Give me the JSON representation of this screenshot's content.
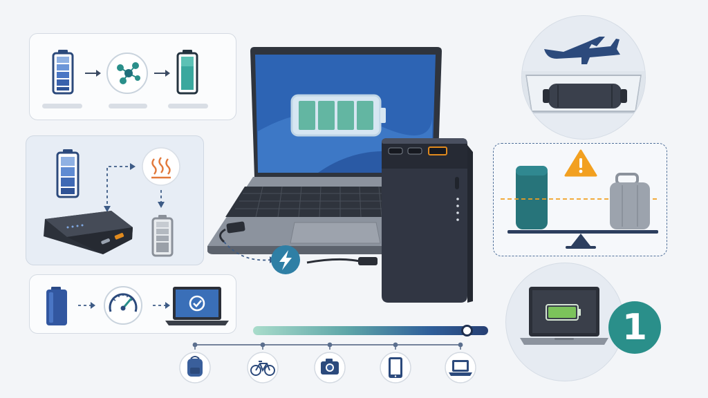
{
  "colors": {
    "background": "#f3f5f8",
    "panel": "#fbfcfd",
    "panel_blue": "#e7edf5",
    "navy": "#2c4a7c",
    "blue": "#4a76c4",
    "teal": "#2a8f8a",
    "dark_device": "#363b46",
    "warning": "#f2a020",
    "accent_bolt": "#2f7fa5"
  },
  "icons": {
    "charging_process": [
      "battery-blue-icon",
      "arrow-right-icon",
      "molecule-icon",
      "arrow-right-icon",
      "battery-teal-icon"
    ],
    "heat_warning": [
      "battery-blue-icon",
      "heat-waves-icon",
      "power-bank-icon",
      "battery-gray-icon"
    ],
    "fast_charge": [
      "battery-navy-icon",
      "speedometer-icon",
      "laptop-check-icon"
    ],
    "travel": [
      "airplane-icon",
      "carry-on-luggage-icon"
    ],
    "weight_compare": [
      "power-bank-tall-icon",
      "warning-icon",
      "suitcase-icon",
      "balance-scale-icon"
    ],
    "capacity_scale": [
      "backpack-icon",
      "bicycle-icon",
      "camera-icon",
      "tablet-icon",
      "laptop-icon"
    ],
    "center": [
      "laptop-battery-icon",
      "power-bank-large-icon",
      "bolt-icon",
      "usb-c-cable-icon"
    ],
    "result": [
      "laptop-green-battery-icon",
      "number-badge"
    ]
  },
  "capacity_slider": {
    "level_percent": 91
  },
  "result_badge": {
    "text": "1"
  }
}
